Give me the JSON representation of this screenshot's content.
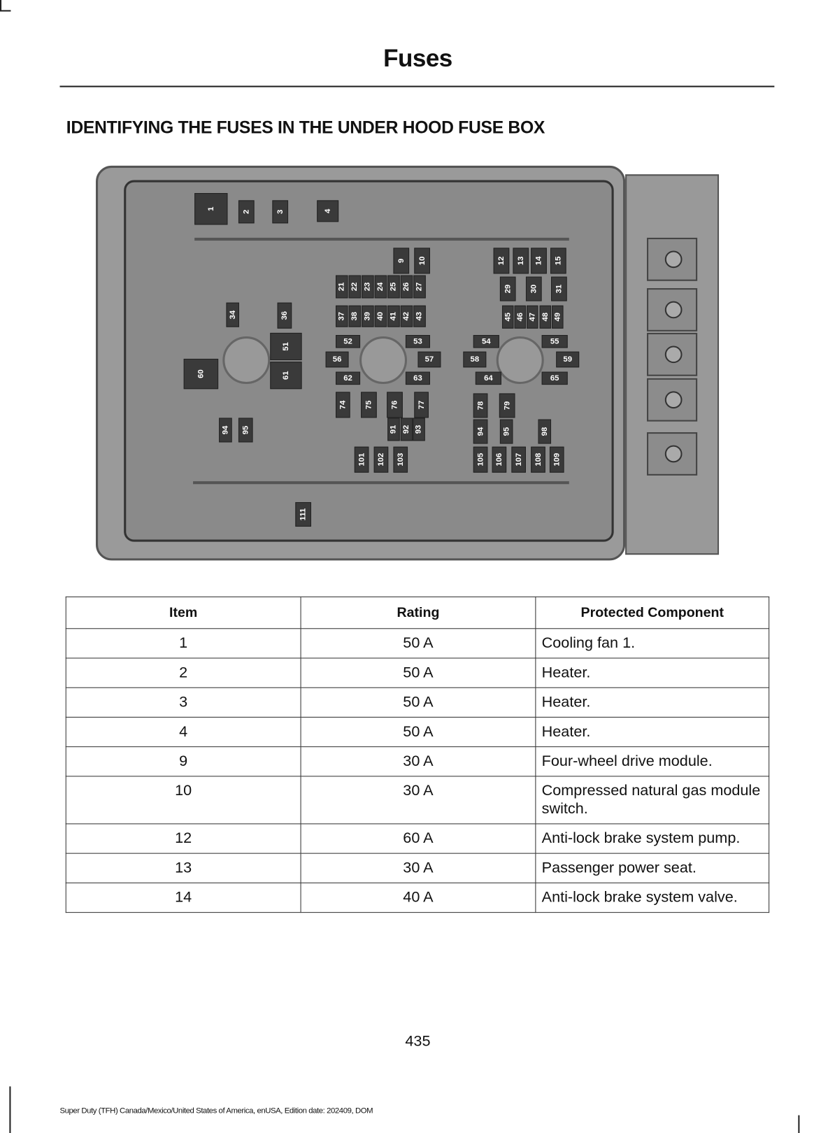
{
  "header": {
    "title": "Fuses"
  },
  "section": {
    "title": "IDENTIFYING THE FUSES IN THE UNDER HOOD FUSE BOX"
  },
  "diagram": {
    "fuse_labels": [
      "1",
      "2",
      "3",
      "4",
      "9",
      "10",
      "12",
      "13",
      "14",
      "15",
      "21",
      "22",
      "23",
      "24",
      "25",
      "26",
      "27",
      "29",
      "30",
      "31",
      "34",
      "36",
      "37",
      "38",
      "39",
      "40",
      "41",
      "42",
      "43",
      "45",
      "46",
      "47",
      "48",
      "49",
      "51",
      "52",
      "53",
      "54",
      "55",
      "56",
      "57",
      "58",
      "59",
      "60",
      "61",
      "62",
      "63",
      "64",
      "65",
      "74",
      "75",
      "76",
      "77",
      "78",
      "79",
      "91",
      "92",
      "93",
      "94",
      "95",
      "94",
      "95",
      "98",
      "101",
      "102",
      "103",
      "105",
      "106",
      "107",
      "108",
      "109",
      "111"
    ]
  },
  "table": {
    "headers": [
      "Item",
      "Rating",
      "Protected Component"
    ],
    "rows": [
      [
        "1",
        "50 A",
        "Cooling fan 1."
      ],
      [
        "2",
        "50 A",
        "Heater."
      ],
      [
        "3",
        "50 A",
        "Heater."
      ],
      [
        "4",
        "50 A",
        "Heater."
      ],
      [
        "9",
        "30 A",
        "Four-wheel drive module."
      ],
      [
        "10",
        "30 A",
        "Compressed natural gas module switch."
      ],
      [
        "12",
        "60 A",
        "Anti-lock brake system pump."
      ],
      [
        "13",
        "30 A",
        "Passenger power seat."
      ],
      [
        "14",
        "40 A",
        "Anti-lock brake system valve."
      ]
    ]
  },
  "footer": {
    "page_number": "435",
    "edition": "Super Duty (TFH) Canada/Mexico/United States of America, enUSA, Edition date: 202409, DOM"
  }
}
